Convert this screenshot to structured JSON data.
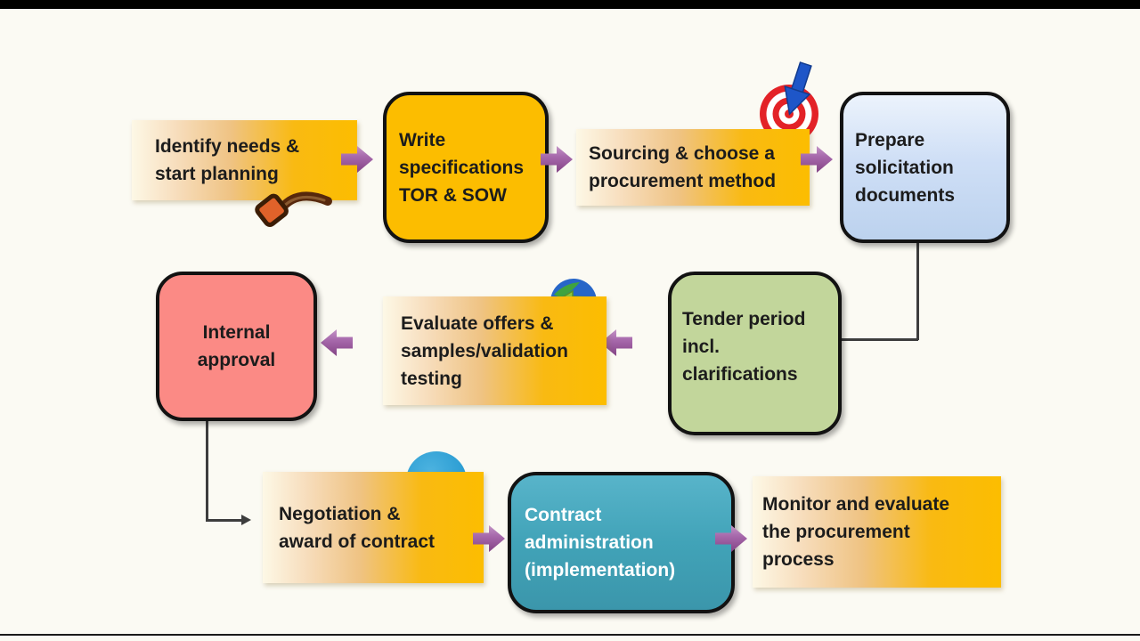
{
  "diagram": {
    "title": "Procurement process flowchart",
    "background_color": "#fbfaf3",
    "frame_bar_color": "#000000"
  },
  "nodes": [
    {
      "id": "identify-needs",
      "shape": "gradient-banner",
      "icon": "magnifier-icon",
      "label": "Identify needs &\nstart planning"
    },
    {
      "id": "write-specifications",
      "shape": "rounded",
      "fill": "#fcbd00",
      "label": "Write\nspecifications\nTOR & SOW"
    },
    {
      "id": "sourcing-method",
      "shape": "gradient-banner",
      "icon": "target-dart-icon",
      "label": "Sourcing & choose a\nprocurement method"
    },
    {
      "id": "prepare-solicitation",
      "shape": "rounded",
      "fill": "#cfdff6",
      "label": "Prepare\nsolicitation\ndocuments"
    },
    {
      "id": "tender-period",
      "shape": "rounded",
      "fill": "#c2d69b",
      "label": "Tender period\nincl.\nclarifications"
    },
    {
      "id": "evaluate-offers",
      "shape": "gradient-banner",
      "icon": "globe-icon",
      "label": "Evaluate offers &\nsamples/validation\ntesting"
    },
    {
      "id": "internal-approval",
      "shape": "rounded",
      "fill": "#fb8a85",
      "label": "Internal\napproval"
    },
    {
      "id": "negotiation-award",
      "shape": "gradient-banner",
      "icon": "blue-circle-icon",
      "label": "Negotiation &\naward of contract"
    },
    {
      "id": "contract-administration",
      "shape": "rounded",
      "fill": "#41a3b8",
      "text_color": "#ffffff",
      "label": "Contract\nadministration\n(implementation)"
    },
    {
      "id": "monitor-evaluate",
      "shape": "gradient-banner",
      "label": "Monitor and evaluate\nthe procurement\nprocess"
    }
  ],
  "colors": {
    "banner_gradient_end": "#fcbd00",
    "orange_box": "#fcbd00",
    "blue_box": "#cfdff6",
    "green_box": "#c2d69b",
    "salmon_box": "#fb8a85",
    "teal_box": "#41a3b8",
    "arrow_purple": "#a668ab",
    "connector_gray": "#3d3d3d",
    "text_dark": "#1c1c1c",
    "text_light": "#ffffff"
  },
  "icons": {
    "magnifier": "magnifying glass",
    "target_dart": "dart hitting bullseye target",
    "globe": "globe with green arrow",
    "blue_circle": "blue circle badge"
  }
}
